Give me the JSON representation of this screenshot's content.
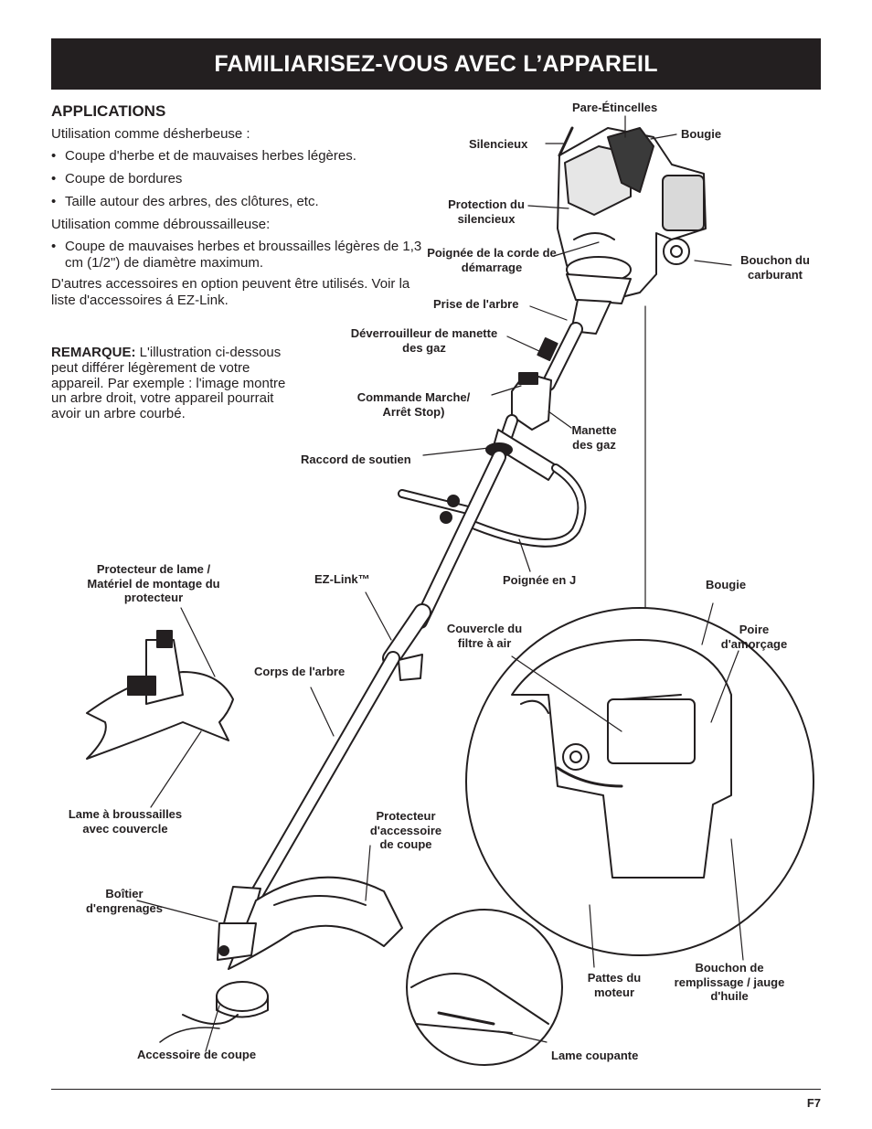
{
  "header": {
    "title": "FAMILIARISEZ-VOUS AVEC L’APPAREIL"
  },
  "applications": {
    "heading": "APPLICATIONS",
    "trimmer_intro": "Utilisation comme désherbeuse :",
    "trimmer_uses": [
      "Coupe d'herbe et de mauvaises herbes légères.",
      "Coupe de bordures",
      "Taille autour des arbres, des clôtures, etc."
    ],
    "brushcutter_intro": "Utilisation comme débroussailleuse:",
    "brushcutter_uses": [
      "Coupe de mauvaises herbes et broussailles légères de 1,3 cm (1/2\") de diamètre maximum."
    ],
    "accessories_note": "D'autres accessoires en option peuvent être utilisés. Voir la liste d'accessoires á EZ-Link."
  },
  "remark": {
    "label": "REMARQUE:",
    "text": " L'illustration ci-dessous peut différer légèrement de votre appareil. Par exemple : l'image montre un arbre droit, votre appareil pourrait avoir un arbre courbé."
  },
  "labels": {
    "spark_arrestor": "Pare-Étincelles",
    "muffler": "Silencieux",
    "spark_plug_top": "Bougie",
    "muffler_guard": "Protection du silencieux",
    "starter_rope": "Poignée de la corde de démarrage",
    "fuel_cap": "Bouchon du carburant",
    "shaft_grip": "Prise de l'arbre",
    "throttle_lockout": "Déverrouilleur de manette des gaz",
    "on_off": "Commande Marche/ Arrêt Stop)",
    "throttle": "Manette des gaz",
    "support_coupling": "Raccord de soutien",
    "j_handle": "Poignée en J",
    "ez_link": "EZ-Link™",
    "blade_guard": "Protecteur de lame / Matériel de montage du protecteur",
    "spark_plug_detail": "Bougie",
    "air_filter_cover": "Couvercle du filtre à air",
    "primer_bulb": "Poire d'amorçage",
    "shaft_body": "Corps de l'arbre",
    "brush_blade": "Lame à broussailles avec couvercle",
    "cutting_guard": "Protecteur d'accessoire de coupe",
    "gear_box": "Boîtier d'engrenages",
    "engine_feet": "Pattes du moteur",
    "oil_fill": "Bouchon de remplissage / jauge d'huile",
    "cutting_attachment": "Accessoire de coupe",
    "cutting_blade": "Lame coupante"
  },
  "footer": {
    "page": "F7"
  }
}
